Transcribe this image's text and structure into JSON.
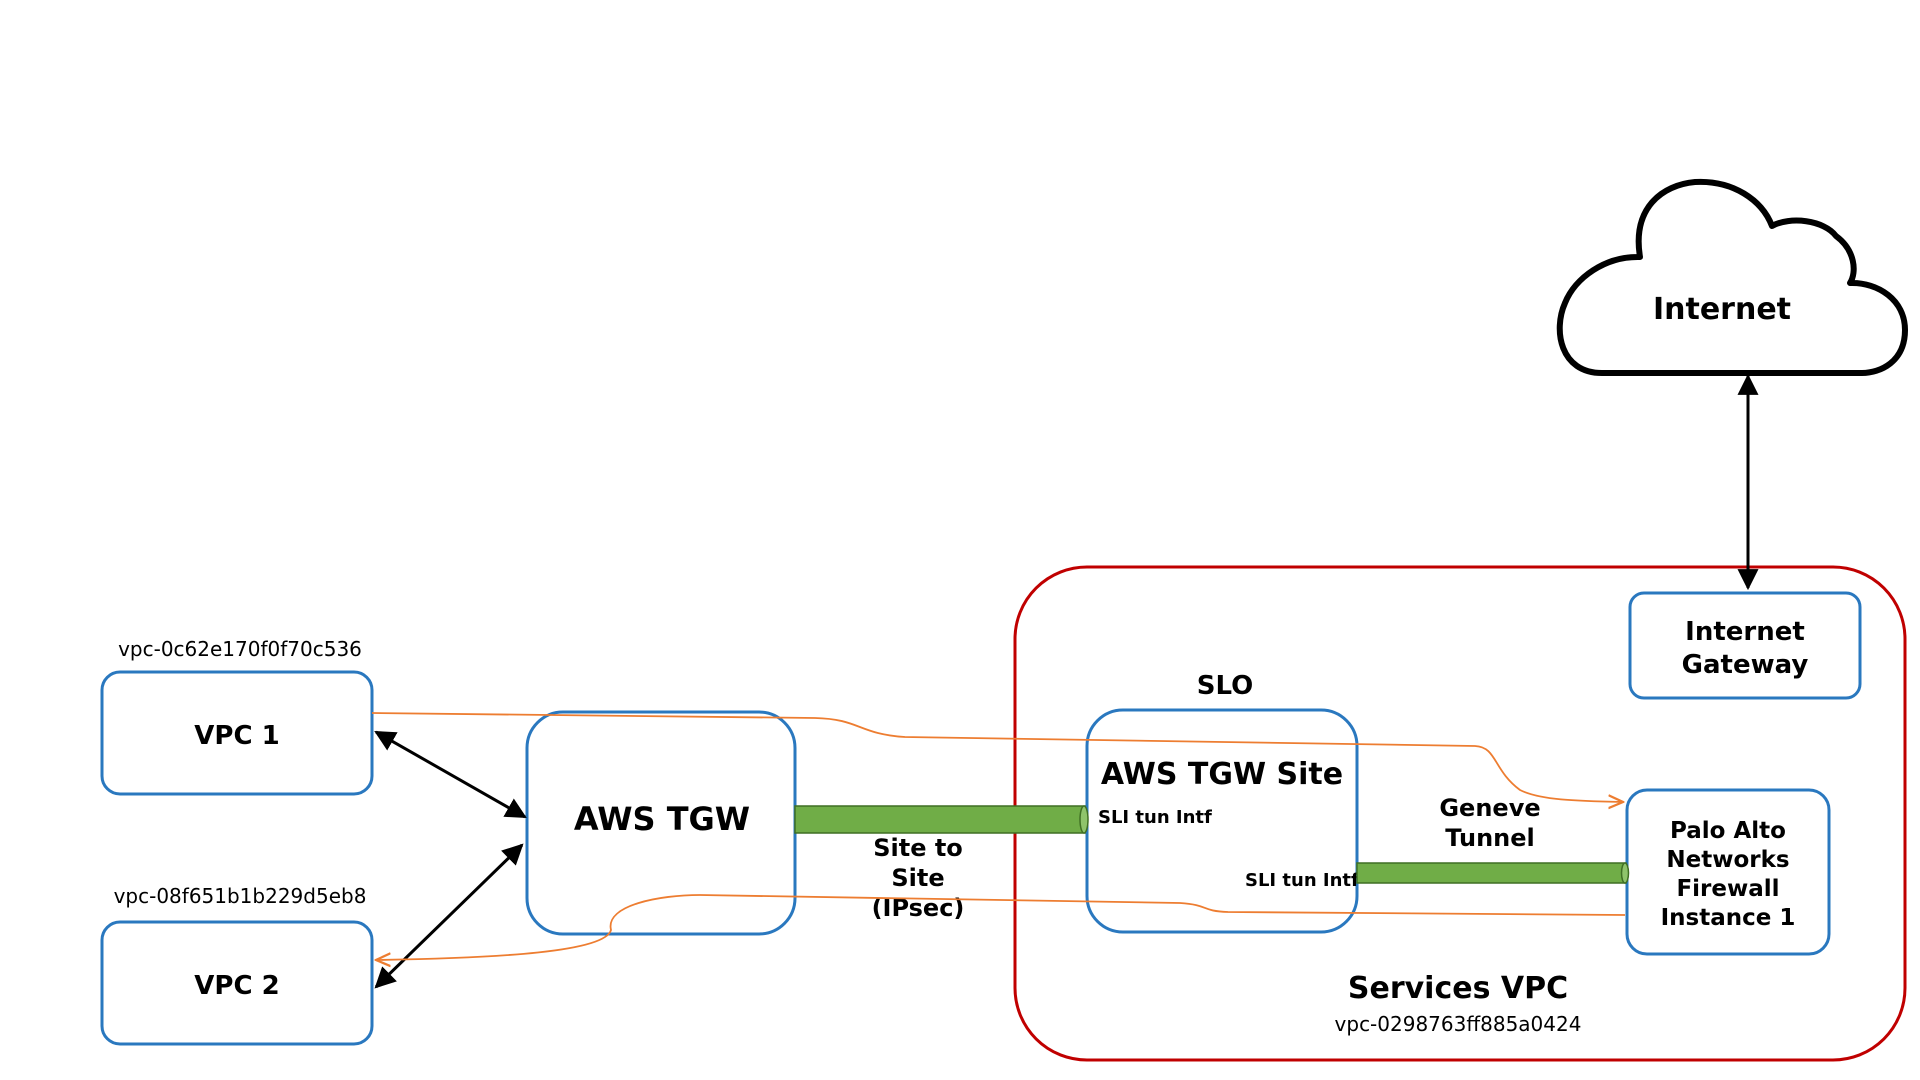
{
  "colors": {
    "box_border": "#2a78bf",
    "region_border": "#c00000",
    "tunnel_fill": "#70ad47",
    "tunnel_border": "#3f6f23",
    "flow_line": "#ed7d31",
    "link_line": "#000000"
  },
  "cloud": {
    "label": "Internet",
    "icon": "cloud-icon"
  },
  "internet_gateway": {
    "line1": "Internet",
    "line2": "Gateway"
  },
  "vpc1": {
    "label": "VPC 1",
    "id": "vpc-0c62e170f0f70c536"
  },
  "vpc2": {
    "label": "VPC 2",
    "id": "vpc-08f651b1b229d5eb8"
  },
  "tgw": {
    "label": "AWS TGW"
  },
  "site": {
    "label": "AWS TGW Site",
    "slo": "SLO",
    "sli_left": "SLI tun Intf",
    "sli_right": "SLI tun Intf"
  },
  "ipsec": {
    "line1": "Site to",
    "line2": "Site",
    "line3": "(IPsec)"
  },
  "geneve": {
    "line1": "Geneve",
    "line2": "Tunnel"
  },
  "firewall": {
    "line1": "Palo Alto",
    "line2": "Networks",
    "line3": "Firewall",
    "line4": "Instance 1"
  },
  "services_vpc": {
    "label": "Services VPC",
    "id": "vpc-0298763ff885a0424"
  }
}
